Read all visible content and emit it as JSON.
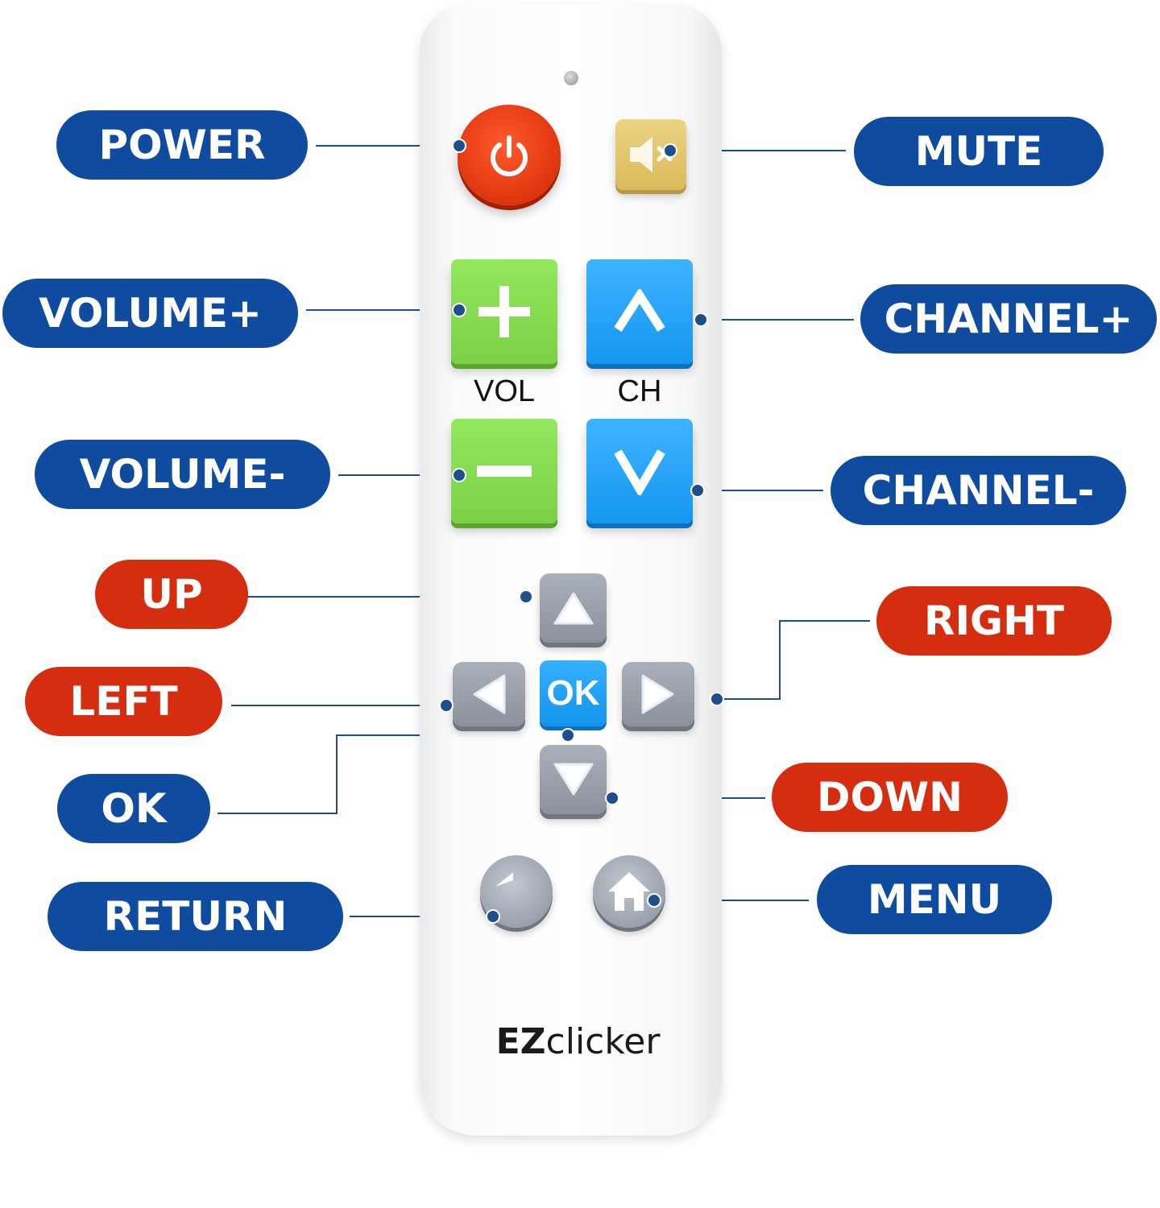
{
  "brand": {
    "bold": "EZ",
    "rest": "clicker"
  },
  "remote_labels": {
    "vol": "VOL",
    "ch": "CH",
    "ok": "OK"
  },
  "callouts": {
    "power": "POWER",
    "mute": "MUTE",
    "volume_up": "VOLUME+",
    "channel_up": "CHANNEL+",
    "volume_down": "VOLUME-",
    "channel_down": "CHANNEL-",
    "up": "UP",
    "right": "RIGHT",
    "left": "LEFT",
    "ok": "OK",
    "down": "DOWN",
    "return": "RETURN",
    "menu": "MENU"
  },
  "colors": {
    "blue_pill": "#0f4c9f",
    "red_pill": "#d42d0f",
    "power": "#e33a12",
    "mute": "#d9b95b",
    "volume": "#7ad147",
    "channel": "#1596f0",
    "nav": "#8b929c"
  },
  "icons": [
    "power-icon",
    "mute-icon",
    "plus-icon",
    "chevron-up-icon",
    "minus-icon",
    "chevron-down-icon",
    "arrow-up-icon",
    "arrow-left-icon",
    "arrow-right-icon",
    "arrow-down-icon",
    "return-icon",
    "home-icon"
  ]
}
